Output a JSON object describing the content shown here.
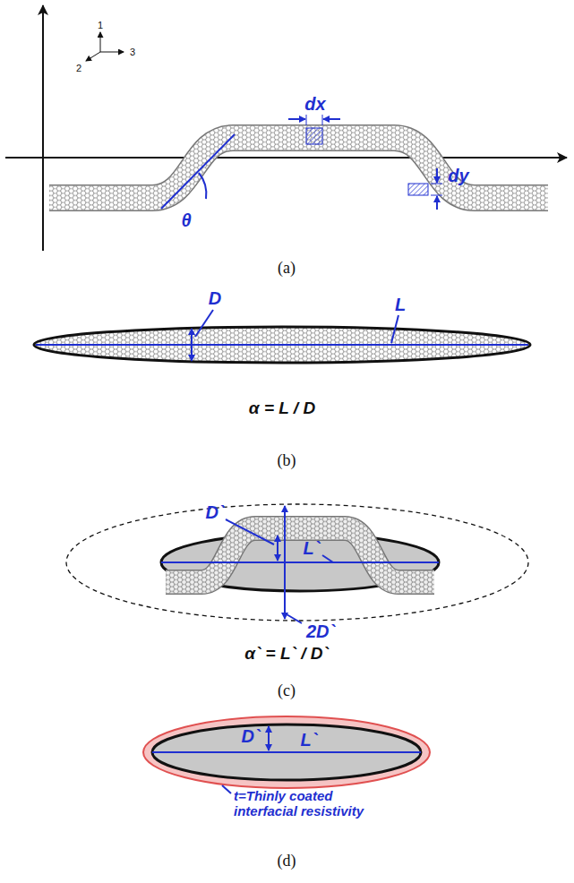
{
  "diagram": {
    "labels": [
      "1",
      "2",
      "3",
      "dx",
      "dy",
      "θ",
      "(a)",
      "D",
      "L",
      "α = L / D",
      "(b)",
      "D`",
      "L`",
      "2D`",
      "α` = L` / D`",
      "(c)",
      "D`",
      "L`",
      "t=Thinly coated interfacial resistivity",
      "(d)"
    ]
  }
}
